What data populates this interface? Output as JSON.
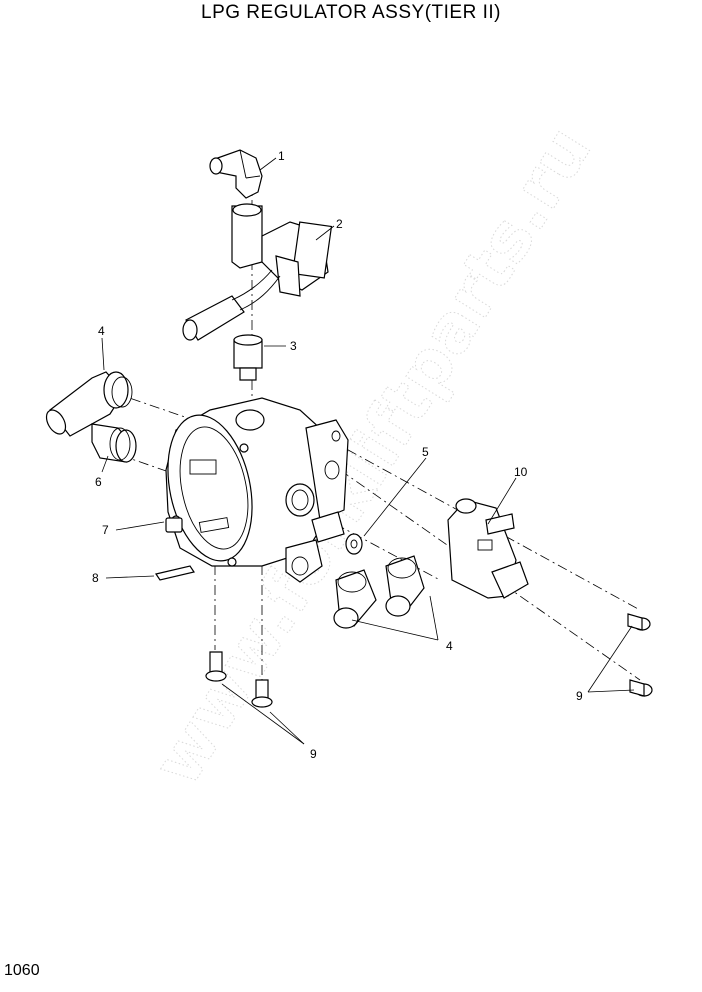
{
  "title": "LPG REGULATOR ASSY(TIER II)",
  "page_number": "1060",
  "watermark": "www.forkliftparts.ru",
  "callouts": {
    "c1": "1",
    "c2": "2",
    "c3": "3",
    "c4a": "4",
    "c4b": "4",
    "c5": "5",
    "c6": "6",
    "c7": "7",
    "c8": "8",
    "c9a": "9",
    "c9b": "9",
    "c10": "10"
  }
}
